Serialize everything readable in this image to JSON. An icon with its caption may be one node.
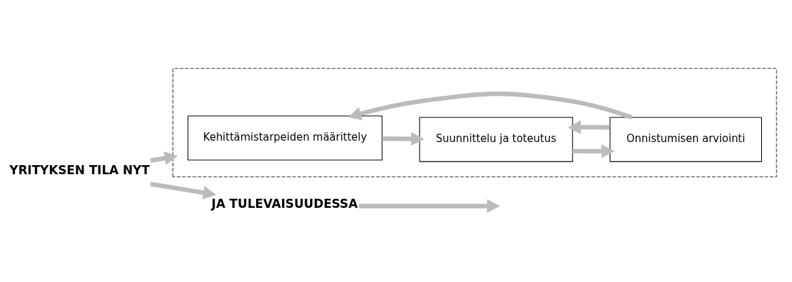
{
  "diagram": {
    "nodes": [
      {
        "text": [
          "YRITYKSEN TILA NYT"
        ]
      },
      {
        "text": [
          "JA TULEVAISUUDESSA"
        ]
      },
      {
        "text": [],
        "shape": "box"
      },
      {
        "text": [
          "Kehittämistarpeiden määrittely"
        ],
        "in": 2
      },
      {
        "text": [
          "Suunnittelu ja toteutus"
        ],
        "in": 2
      },
      {
        "text": [
          "Onnistumisen arviointi"
        ],
        "in": 2
      }
    ],
    "edges": [
      {
        "from": 0,
        "to": 1,
        "arrow": "to"
      },
      {
        "from": 1,
        "to": null,
        "arrow": "to"
      },
      {
        "from": 0,
        "to": 2,
        "arrow": "to"
      },
      {
        "from": 3,
        "to": 4,
        "arrow": "to"
      },
      {
        "from": 4,
        "to": 5,
        "arrow": "to"
      },
      {
        "from": 5,
        "to": 2,
        "arrow": "to"
      },
      {
        "from": 5,
        "to": 4,
        "arrow": "to"
      }
    ]
  }
}
